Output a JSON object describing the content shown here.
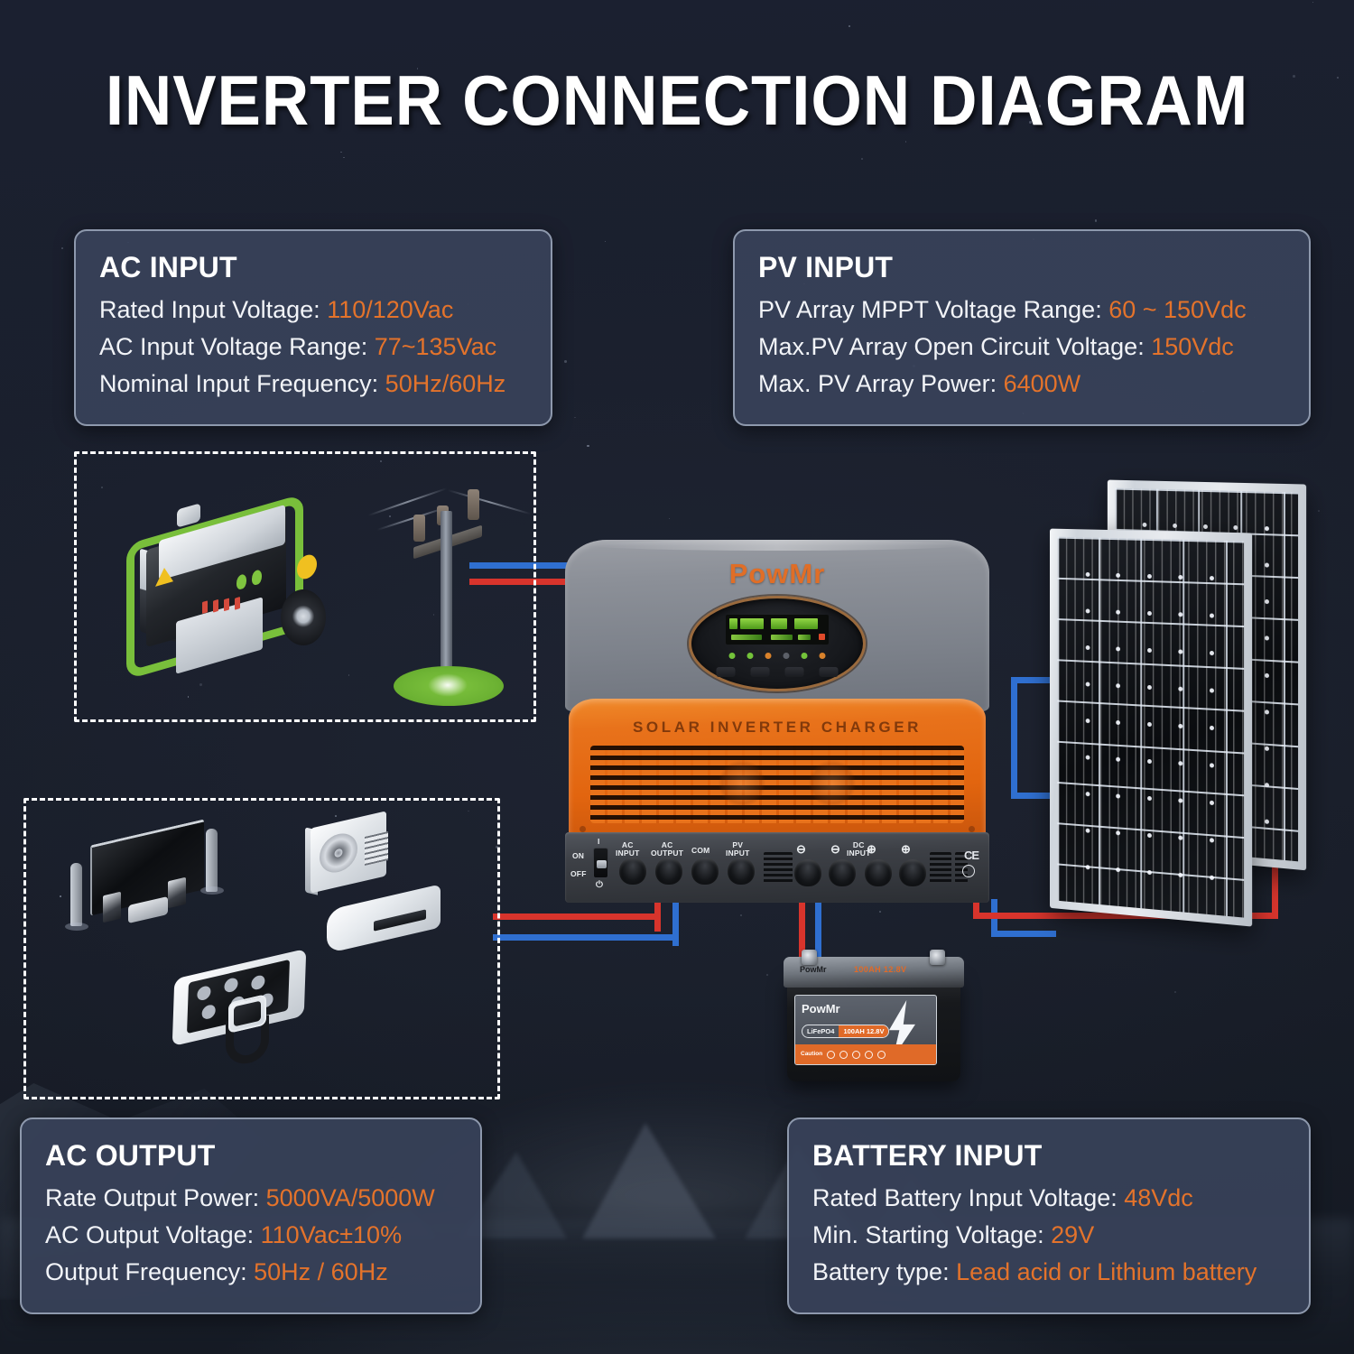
{
  "title": "INVERTER CONNECTION DIAGRAM",
  "cards": {
    "ac_input": {
      "heading": "AC INPUT",
      "rows": [
        {
          "label": "Rated Input Voltage: ",
          "value": "110/120Vac"
        },
        {
          "label": "AC Input Voltage Range: ",
          "value": "77~135Vac"
        },
        {
          "label": "Nominal Input Frequency: ",
          "value": "50Hz/60Hz"
        }
      ]
    },
    "pv_input": {
      "heading": "PV INPUT",
      "rows": [
        {
          "label": "PV Array MPPT Voltage Range: ",
          "value": "60 ~ 150Vdc"
        },
        {
          "label": "Max.PV Array Open Circuit Voltage: ",
          "value": "150Vdc"
        },
        {
          "label": "Max. PV Array Power: ",
          "value": "6400W"
        }
      ]
    },
    "ac_output": {
      "heading": "AC OUTPUT",
      "rows": [
        {
          "label": "Rate Output Power: ",
          "value": "5000VA/5000W"
        },
        {
          "label": "AC Output Voltage: ",
          "value": "110Vac±10%"
        },
        {
          "label": "Output Frequency: ",
          "value": "50Hz / 60Hz"
        }
      ]
    },
    "battery_input": {
      "heading": "BATTERY INPUT",
      "rows": [
        {
          "label": "Rated Battery Input Voltage: ",
          "value": "48Vdc"
        },
        {
          "label": "Min. Starting Voltage: ",
          "value": "29V"
        },
        {
          "label": "Battery type: ",
          "value": "Lead acid or Lithium battery"
        }
      ]
    }
  },
  "inverter": {
    "brand": "PowMr",
    "model_text": "SOLAR INVERTER CHARGER",
    "switch": {
      "on": "ON",
      "off": "OFF",
      "symbol_on": "I",
      "symbol_off": "⏻"
    },
    "ports": [
      {
        "name": "ac-input-port",
        "label": "AC\nINPUT"
      },
      {
        "name": "ac-output-port",
        "label": "AC\nOUTPUT"
      },
      {
        "name": "com-port",
        "label": "COM"
      },
      {
        "name": "pv-input-port",
        "label": "PV\nINPUT"
      }
    ],
    "dc_label": "DC\nINPUT",
    "dc_signs": [
      "⊖",
      "⊖",
      "⊕",
      "⊕"
    ],
    "ce_mark": "CE"
  },
  "battery": {
    "brand": "PowMr",
    "chemistry": "LiFePO4",
    "capacity": "100AH 12.8V",
    "top_brand": "PowMr",
    "top_spec": "100AH 12.8V",
    "caution": "Caution"
  },
  "colors": {
    "accent_orange": "#e4732b",
    "inverter_orange": "#e8721b",
    "wire_positive": "#d8342c",
    "wire_negative": "#2f6fd0",
    "card_bg": "#384259",
    "card_border": "#8e99ad",
    "text_white": "#f2f4f8",
    "page_bg": "#191d28",
    "generator_green": "#79bf3b"
  },
  "groups": {
    "sources_box": "sources-group",
    "loads_box": "loads-group"
  },
  "devices": {
    "generator": "portable-generator",
    "utility_pole": "utility-grid-pole",
    "solar_panel_front": "solar-panel-front",
    "solar_panel_back": "solar-panel-back",
    "tv": "television-home-theater",
    "air_conditioner_outdoor": "ac-outdoor-unit",
    "air_conditioner_indoor": "ac-indoor-unit",
    "phone": "smartphone",
    "smartwatch": "smartwatch"
  }
}
